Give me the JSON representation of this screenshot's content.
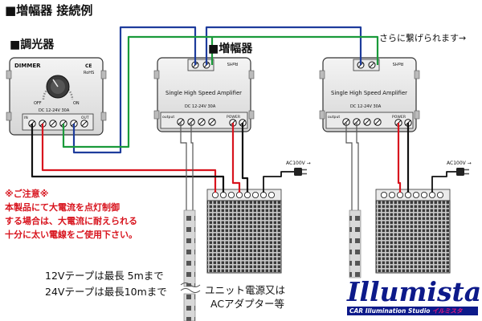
{
  "title": "■増幅器 接続例",
  "labels": {
    "dimmer_section": "■調光器",
    "amp_section": "■増幅器",
    "chain_note": "さらに繋げられます→"
  },
  "dimmer": {
    "name": "DIMMER",
    "ce": "CE",
    "rohs": "RoHS",
    "off": "OFF",
    "on": "ON",
    "spec": "DC 12-24V 30A",
    "in_label": "IN",
    "out_label": "OUT"
  },
  "amplifier": {
    "name": "Single High Speed Amplifier",
    "spec": "DC 12-24V 30A",
    "output": "output",
    "power": "POWER",
    "rohs": "RoHS"
  },
  "power_supply": {
    "ac_label": "AC100V →",
    "caption_line1": "ユニット電源又は",
    "caption_line2": "ACアダプター等"
  },
  "notice": {
    "header": "※ご注意※",
    "line1": "本製品にて大電流を点灯制御",
    "line2": "する場合は、大電流に耐えられる",
    "line3": "十分に太い電線をご使用下さい。"
  },
  "tape_limits": {
    "line1": "12Vテープは最長 5mまで",
    "line2": "24Vテープは最長10mまで"
  },
  "logo": {
    "text": "Illumista",
    "sub_en": "CAR Illumination Studio",
    "sub_jp": "イルミスタ"
  },
  "colors": {
    "wire_red": "#d8141e",
    "wire_green": "#1a9a3a",
    "wire_blue": "#1e3c9c",
    "wire_black": "#111111",
    "logo_navy": "#0d1a8a",
    "logo_pink": "#e8177d"
  }
}
